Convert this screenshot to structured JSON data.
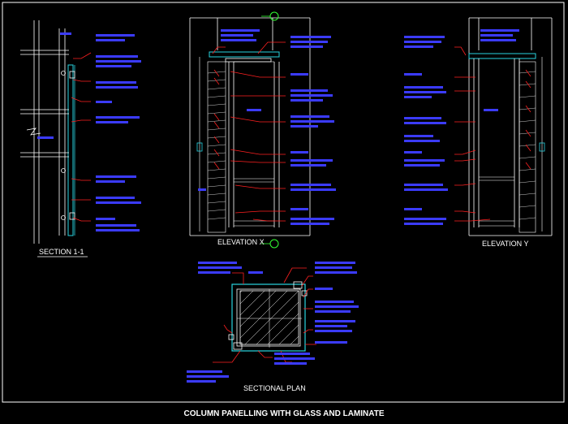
{
  "drawing": {
    "title": "COLUMN PANELLING WITH GLASS AND LAMINATE",
    "views": {
      "section": "SECTION 1-1",
      "elevation_x": "ELEVATION X",
      "elevation_y": "ELEVATION Y",
      "plan": "SECTIONAL PLAN"
    },
    "colors": {
      "background": "#000000",
      "frame": "#ffffff",
      "annotation": "#3b3bff",
      "leader": "#ff2020",
      "glass": "#29d4e0",
      "hatch": "#ffffff"
    },
    "icons": [
      "section-marker-icon",
      "leader-arrow-icon",
      "break-line-icon"
    ]
  }
}
